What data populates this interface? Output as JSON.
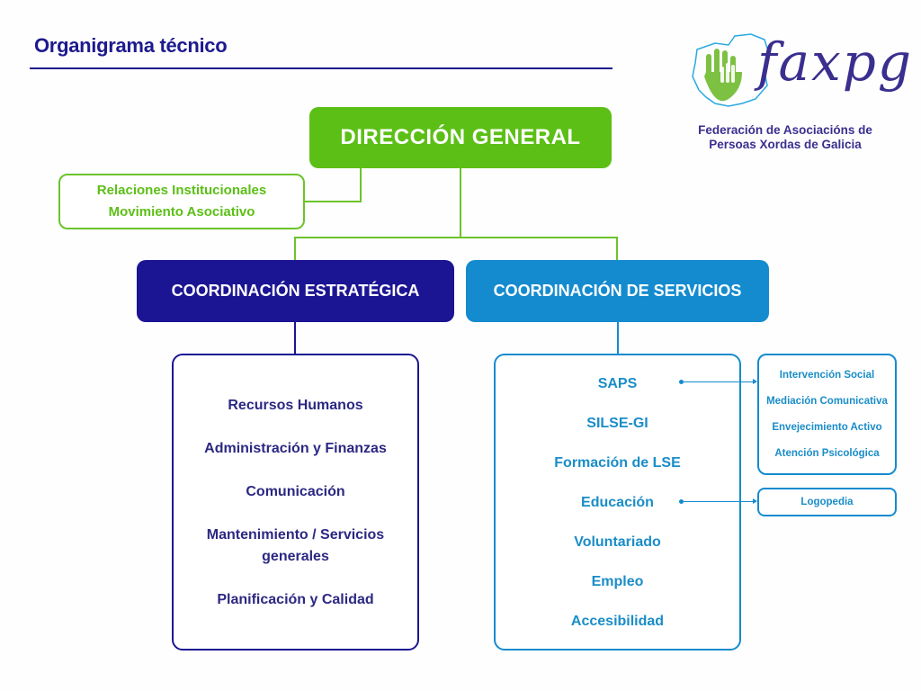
{
  "header": {
    "title": "Organigrama técnico"
  },
  "logo": {
    "wordmark": "faxpg",
    "subtitle_line1": "Federación de Asociacións de",
    "subtitle_line2": "Persoas Xordas de Galicia",
    "icon": "galicia-map-hands-logo-icon"
  },
  "colors": {
    "title": "#1d1a8f",
    "direccion": "#5cbf16",
    "estrategica": "#1b1593",
    "servicios": "#148bcf"
  },
  "direccion_general": {
    "label": "DIRECCIÓN GENERAL"
  },
  "relaciones": {
    "line1": "Relaciones Institucionales",
    "line2": "Movimiento Asociativo"
  },
  "coordinacion_estrategica": {
    "label": "COORDINACIÓN ESTRATÉGICA",
    "items": [
      "Recursos Humanos",
      "Administración y Finanzas",
      "Comunicación",
      "Mantenimiento / Servicios generales",
      "Planificación y Calidad"
    ]
  },
  "coordinacion_servicios": {
    "label": "COORDINACIÓN DE SERVICIOS",
    "items": [
      "SAPS",
      "SILSE-GI",
      "Formación de LSE",
      "Educación",
      "Voluntariado",
      "Empleo",
      "Accesibilidad"
    ]
  },
  "saps_subservices": [
    "Intervención Social",
    "Mediación Comunicativa",
    "Envejecimiento Activo",
    "Atención Psicológica"
  ],
  "educacion_subservices": [
    "Logopedia"
  ]
}
